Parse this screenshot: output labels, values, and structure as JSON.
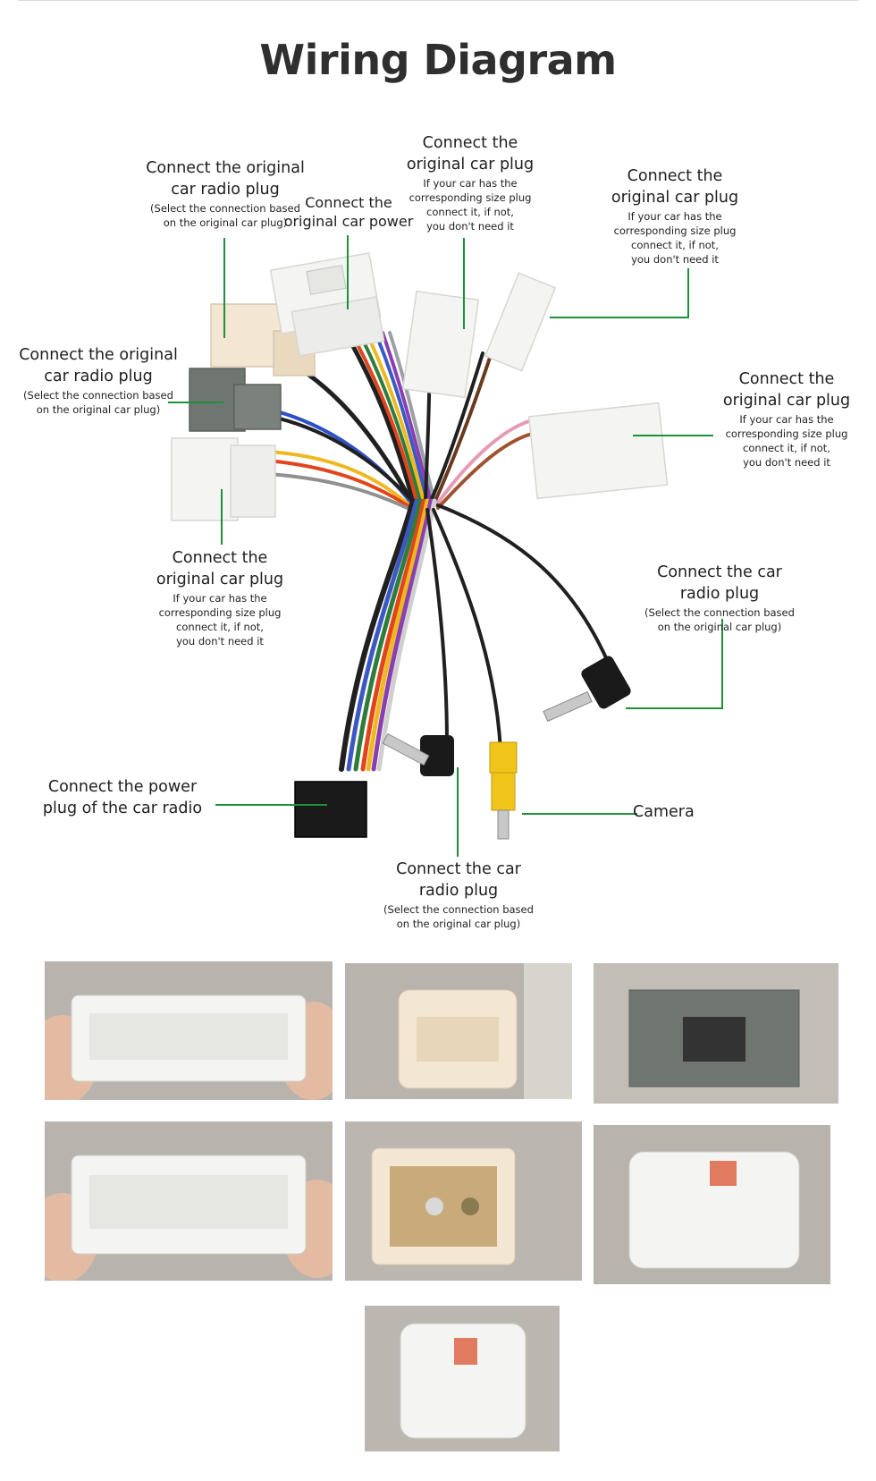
{
  "title": "Wiring Diagram",
  "labels": {
    "radio_plug_top_left": {
      "main_1": "Connect the original",
      "main_2": "car radio plug",
      "sub_1": "(Select the connection based",
      "sub_2": "on the original car plug)"
    },
    "power_top": {
      "main_1": "Connect the",
      "main_2": "original car power"
    },
    "car_plug_top": {
      "main_1": "Connect the",
      "main_2": "original car plug",
      "sub_1": "If your car has the",
      "sub_2": "corresponding size plug",
      "sub_3": "connect it, if not,",
      "sub_4": "you don't need it"
    },
    "car_plug_top_right": {
      "main_1": "Connect the",
      "main_2": "original car plug",
      "sub_1": "If your car has the",
      "sub_2": "corresponding size plug",
      "sub_3": "connect it, if not,",
      "sub_4": "you don't need it"
    },
    "radio_plug_left": {
      "main_1": "Connect the original",
      "main_2": "car radio plug",
      "sub_1": "(Select the connection based",
      "sub_2": "on the original car plug)"
    },
    "car_plug_right": {
      "main_1": "Connect the",
      "main_2": "original car plug",
      "sub_1": "If your car has the",
      "sub_2": "corresponding size plug",
      "sub_3": "connect it, if not,",
      "sub_4": "you don't need it"
    },
    "car_plug_mid_left": {
      "main_1": "Connect the",
      "main_2": "original car plug",
      "sub_1": "If your car has the",
      "sub_2": "corresponding size plug",
      "sub_3": "connect it, if not,",
      "sub_4": "you don't need it"
    },
    "radio_plug_right": {
      "main_1": "Connect the car",
      "main_2": "radio plug",
      "sub_1": "(Select the connection based",
      "sub_2": "on the original car plug)"
    },
    "power_plug_radio": {
      "main_1": "Connect the power",
      "main_2": "plug of the car radio"
    },
    "camera": {
      "main_1": "Camera"
    },
    "radio_plug_bottom": {
      "main_1": "Connect the car",
      "main_2": "radio plug",
      "sub_1": "(Select the connection based",
      "sub_2": "on the original car plug)"
    }
  },
  "colors": {
    "leader": "#1e8f3a",
    "connector_white": "#f4f4f2",
    "connector_cream": "#f3e6d2",
    "connector_grey": "#6f7570",
    "connector_black": "#1a1a1a",
    "rca_yellow": "#f0c419",
    "photo_bg": "#b9b3ad",
    "skin": "#e3bba3"
  }
}
